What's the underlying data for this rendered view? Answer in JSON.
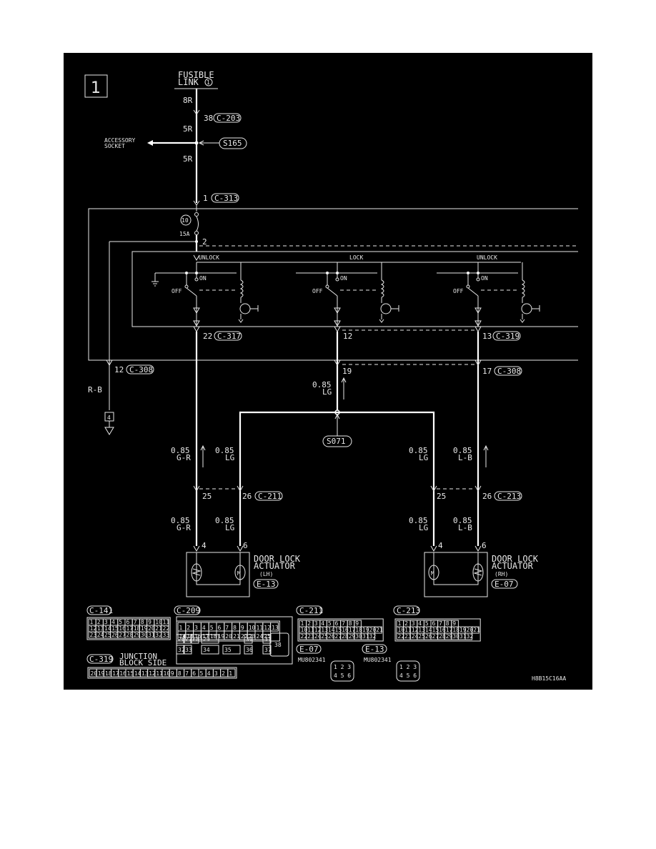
{
  "page_number": "1",
  "diagram_code": "H8B15C16AA",
  "fusible_link": {
    "line1": "FUSIBLE",
    "line2": "LINK",
    "num": "1"
  },
  "wire_8R": "8R",
  "wire_5R_a": "5R",
  "wire_5R_b": "5R",
  "conn_C203": {
    "pin": "38",
    "id": "C-203"
  },
  "accessory": {
    "line1": "ACCESSORY",
    "line2": "SOCKET"
  },
  "splice_S165": "S165",
  "conn_C313": {
    "pin": "1",
    "id": "C-313"
  },
  "fuse": {
    "num": "10",
    "rating": "15A",
    "pin": "2"
  },
  "switch_labels": {
    "unlock_left": "UNLOCK",
    "lock": "LOCK",
    "unlock_right": "UNLOCK",
    "on": "ON",
    "off": "OFF"
  },
  "conn_C317": {
    "pin": "22",
    "id": "C-317"
  },
  "pin_12": "12",
  "conn_C319": {
    "pin": "13",
    "id": "C-319"
  },
  "conn_C308_left": {
    "pin": "12",
    "id": "C-308"
  },
  "wire_RB": "R-B",
  "ground_num": "4",
  "pin_19": "19",
  "conn_C308_right": {
    "pin": "17",
    "id": "C-308"
  },
  "wire_085_LG_center": {
    "size": "0.85",
    "color": "LG"
  },
  "splice_S071": "S071",
  "wires_upper": [
    {
      "size": "0.85",
      "color": "G-R"
    },
    {
      "size": "0.85",
      "color": "LG"
    },
    {
      "size": "0.85",
      "color": "LG"
    },
    {
      "size": "0.85",
      "color": "L-B"
    }
  ],
  "conn_C211": {
    "pin_a": "25",
    "pin_b": "26",
    "id": "C-211"
  },
  "conn_C213": {
    "pin_a": "25",
    "pin_b": "26",
    "id": "C-213"
  },
  "wires_lower": [
    {
      "size": "0.85",
      "color": "G-R"
    },
    {
      "size": "0.85",
      "color": "LG"
    },
    {
      "size": "0.85",
      "color": "LG"
    },
    {
      "size": "0.85",
      "color": "L-B"
    }
  ],
  "actuator_lh": {
    "pin_a": "4",
    "pin_b": "6",
    "line1": "DOOR LOCK",
    "line2": "ACTUATOR",
    "side": "(LH)",
    "id": "E-13"
  },
  "actuator_rh": {
    "pin_a": "4",
    "pin_b": "6",
    "line1": "DOOR LOCK",
    "line2": "ACTUATOR",
    "side": "(RH)",
    "id": "E-07"
  },
  "conn_tables": {
    "c141": {
      "id": "C-141",
      "rows": [
        [
          "1",
          "2",
          "3",
          "4",
          "5",
          "6",
          "7",
          "8",
          "9",
          "10",
          "11"
        ],
        [
          "12",
          "13",
          "14",
          "15",
          "16",
          "17",
          "18",
          "19",
          "20",
          "21",
          "22"
        ],
        [
          "23",
          "24",
          "25",
          "26",
          "27",
          "28",
          "29",
          "30",
          "31",
          "32",
          "33"
        ]
      ]
    },
    "c209": {
      "id": "C-209",
      "rows": [
        [
          "1",
          "2",
          "3",
          "4",
          "5",
          "6",
          "7",
          "8",
          "9",
          "10",
          "11",
          "12",
          "13"
        ],
        [
          "14",
          "15",
          "16",
          "17",
          "18",
          "19",
          "20",
          "21",
          "22",
          "23",
          "24",
          "25"
        ],
        [
          "26",
          "27",
          "28",
          "29",
          "30",
          "31"
        ],
        [
          "32",
          "33",
          "34",
          "35",
          "36",
          "37"
        ]
      ],
      "box": "38"
    },
    "c211": {
      "id": "C-211",
      "rows": [
        [
          "1",
          "2",
          "3",
          "4",
          "5",
          "6",
          "7",
          "8",
          "9"
        ],
        [
          "10",
          "11",
          "12",
          "13",
          "14",
          "15",
          "16",
          "17",
          "18",
          "19",
          "20",
          "21"
        ],
        [
          "22",
          "23",
          "24",
          "25",
          "26",
          "27",
          "28",
          "29",
          "30",
          "31",
          "32"
        ]
      ]
    },
    "c213": {
      "id": "C-213",
      "rows": [
        [
          "1",
          "2",
          "3",
          "4",
          "5",
          "6",
          "7",
          "8",
          "9"
        ],
        [
          "10",
          "11",
          "12",
          "13",
          "14",
          "15",
          "16",
          "17",
          "18",
          "19",
          "20",
          "21"
        ],
        [
          "22",
          "23",
          "24",
          "25",
          "26",
          "27",
          "28",
          "29",
          "30",
          "31",
          "32"
        ]
      ]
    },
    "c319": {
      "id": "C-319",
      "label1": "JUNCTION",
      "label2": "BLOCK SIDE",
      "cells": [
        "20",
        "19",
        "18",
        "17",
        "16",
        "15",
        "14",
        "13",
        "12",
        "11",
        "10",
        "9",
        "8",
        "7",
        "6",
        "5",
        "4",
        "3",
        "2",
        "1"
      ]
    },
    "e07": {
      "id": "E-07",
      "part": "MU802341",
      "pins_top": "1 2 3",
      "pins_bottom": "4 5 6"
    },
    "e13": {
      "id": "E-13",
      "part": "MU802341",
      "pins_top": "1 2 3",
      "pins_bottom": "4 5 6"
    }
  }
}
